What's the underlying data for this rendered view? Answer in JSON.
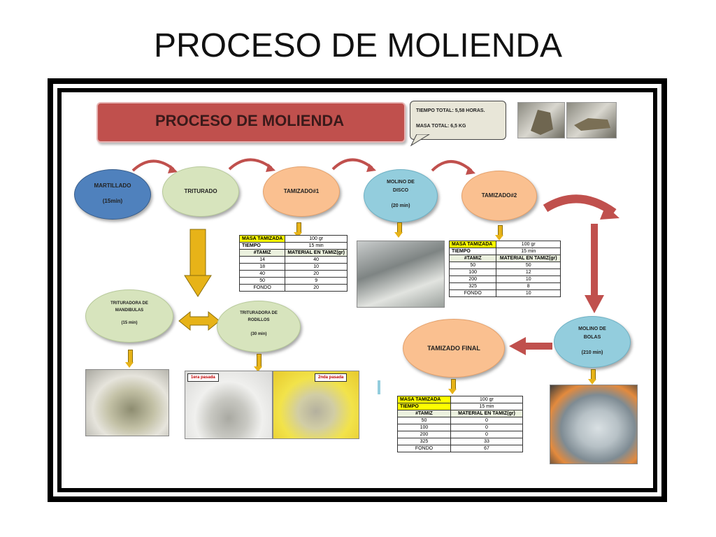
{
  "slide": {
    "title": "PROCESO DE MOLIENDA"
  },
  "banner": {
    "title": "PROCESO DE MOLIENDA"
  },
  "callout": {
    "line1": "TIEMPO TOTAL: 5,58 HORAS.",
    "line2": "MASA TOTAL: 6,5 KG"
  },
  "nodes": {
    "martillado": {
      "name": "MARTILLADO",
      "time": "(15min)"
    },
    "triturado": {
      "name": "TRITURADO"
    },
    "tamizado1": {
      "name": "TAMIZADO#1"
    },
    "molino_disco": {
      "line1": "MOLINO DE",
      "line2": "DISCO",
      "time": "(20 min)"
    },
    "tamizado2": {
      "name": "TAMIZADO#2"
    },
    "trituradora_mandibulas": {
      "line1": "TRITURADORA DE",
      "line2": "MANDIBULAS",
      "time": "(15 min)"
    },
    "trituradora_rodillos": {
      "line1": "TRITURADORA DE",
      "line2": "RODILLOS",
      "time": "(30 min)"
    },
    "molino_bolas": {
      "line1": "MOLINO DE",
      "line2": "BOLAS",
      "time": "(210 min)"
    },
    "tamizado_final": {
      "name": "TAMIZADO FINAL"
    }
  },
  "tags": {
    "primera": "1era pasada",
    "segunda": "2nda pasada"
  },
  "tabla1": {
    "masa_label": "MASA TAMIZADA",
    "masa_value": "100 gr",
    "tiempo_label": "TIEMPO",
    "tiempo_value": "15 min",
    "col1": "#TAMIZ",
    "col2": "MATERIAL EN TAMIZ(gr)",
    "rows": [
      [
        "14",
        "40"
      ],
      [
        "18",
        "10"
      ],
      [
        "40",
        "20"
      ],
      [
        "50",
        "9"
      ],
      [
        "FONDO",
        "20"
      ]
    ]
  },
  "tabla2": {
    "masa_label": "MASA TAMIZADA",
    "masa_value": "100 gr",
    "tiempo_label": "TIEMPO",
    "tiempo_value": "15 min",
    "col1": "#TAMIZ",
    "col2": "MATERIAL EN TAMIZ(gr)",
    "rows": [
      [
        "50",
        "50"
      ],
      [
        "100",
        "12"
      ],
      [
        "200",
        "10"
      ],
      [
        "325",
        "8"
      ],
      [
        "FONDO",
        "10"
      ]
    ]
  },
  "tabla3": {
    "masa_label": "MASA TAMIZADA",
    "masa_value": "100 gr",
    "tiempo_label": "TIEMPO",
    "tiempo_value": "15 min",
    "col1": "#TAMIZ",
    "col2": "MATERIAL EN TAMIZ(gr)",
    "rows": [
      [
        "50",
        "0"
      ],
      [
        "100",
        "0"
      ],
      [
        "200",
        "0"
      ],
      [
        "325",
        "33"
      ],
      [
        "FONDO",
        "67"
      ]
    ]
  },
  "colors": {
    "banner": "#c0504d",
    "blue_node": "#4f81bd",
    "green_node": "#d7e4bd",
    "peach_node": "#fac090",
    "lightblue_node": "#93cddd",
    "arrow_yellow": "#e7b318",
    "arrow_red": "#c0504d"
  }
}
